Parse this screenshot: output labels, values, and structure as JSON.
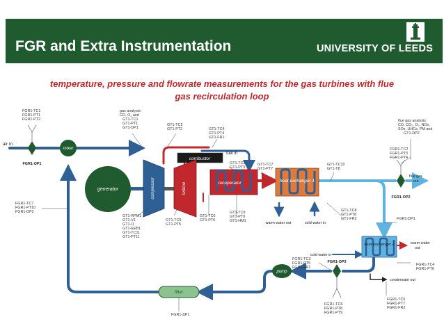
{
  "header": {
    "title": "FGR and Extra Instrumentation",
    "university": "UNIVERSITY OF LEEDS",
    "band_color": "#1f5b2f"
  },
  "subtitle": {
    "line1": "temperature, pressure and flowrate measurements for the gas turbines with flue",
    "line2": "gas recirculation loop"
  },
  "diagram": {
    "air_in": "air in",
    "mixer": "mixer",
    "generator": "generator",
    "compressor": "compressor",
    "turbine": "turbine",
    "combustor": "combustor",
    "recuperator": "recuperator",
    "heat_exchanger_1": "heat exchanger 1",
    "heat_exchanger_2": "heat exchanger 2",
    "filter": "filter",
    "pump": "pump",
    "fuel_in": "fuel in",
    "warm_water_out_1": "warm water out",
    "cold_water_in_1": "cold water in",
    "cold_water_in_2": "cold water in",
    "warm_water_out_2": [
      "warm water",
      "out"
    ],
    "condensate_out": "condensate out",
    "flue_gas_out": [
      "flue gas",
      "out"
    ],
    "fgr1_op1": "FGR1-OP1",
    "fgr1_op2": "FGR1-OP2",
    "fgr1_op3": "FGR1-OP3",
    "fgr_tc1_group": [
      "FGR1-TC1",
      "FGR1-PT1",
      "FGR1-PT2"
    ],
    "gas_analysis_1": [
      "gas analysis:",
      "CO, O₂ and",
      "GT1-TC1",
      "GT1-PT1",
      "GT1-DP1"
    ],
    "gt1_tc2_group": [
      "GT1-TC2",
      "GT1-PT2"
    ],
    "gt1_tc4_group": [
      "GT1-TC4",
      "GT1-PT4",
      "GT1-FR1"
    ],
    "gt1_tc3_group": [
      "GT1-TC3",
      "GT1-PT3"
    ],
    "gt1_tc7_group": [
      "GT1-TC7",
      "GT1-PT7"
    ],
    "gt1_tc10_group": [
      "GT1-TC10",
      "GT1-T8"
    ],
    "flue_gas_analysis": [
      "flue gas analysis:",
      "CO, CO₂, O₂, NOx,",
      "SOx, UHCs, PM and",
      "GT1-DP2"
    ],
    "fgr_tc2_group": [
      "FGR1-TC2",
      "FGR1-PT3",
      "FGR1-PT4"
    ],
    "fgr_tc7_group": [
      "FGR1-TC7",
      "FGR1-PT10",
      "FGR1-DP2"
    ],
    "gt1_rpm_group": [
      "GT1-RPM1",
      "GT1-V1",
      "GT1-I1",
      "GT1-EEB1",
      "GT1-TC11",
      "GT1-PT11"
    ],
    "gt1_tc5_group": [
      "GT1-TC5",
      "GT1-PT5"
    ],
    "gt1_tc6_group": [
      "GT1-TC6",
      "GT1-PT6"
    ],
    "gt1_tc9_group": [
      "GT1-TC9",
      "GT1-PT9",
      "GT1-HM1"
    ],
    "gt1_tc8_group": [
      "GT1-TC8",
      "GT1-PT8",
      "GT1-FR2"
    ],
    "fgr1_dp1": "FGR1-DP1",
    "fgr_tc3_group": [
      "FGR1-TC3",
      "FGR1-PT5",
      "FGR1-FR1"
    ],
    "fgr_tc4_group": [
      "FGR1-TC4",
      "FGR1-PT6"
    ],
    "fgr_tc5_group": [
      "FGR1-TC5",
      "FGR1-PT7",
      "FGR1-FR2"
    ],
    "fgr_tc6_group": [
      "FGR1-TC6",
      "FGR1-PT8",
      "FGR1-PT9"
    ],
    "fgr1_dp1_filter": "FGR1-ΔP1"
  },
  "colors": {
    "pipe_blue": "#2e5f95",
    "hot_red": "#c0282d",
    "green_unit": "#1f5b2f",
    "exchanger_orange": "#e07a3a",
    "subtitle_red": "#c0282d"
  }
}
